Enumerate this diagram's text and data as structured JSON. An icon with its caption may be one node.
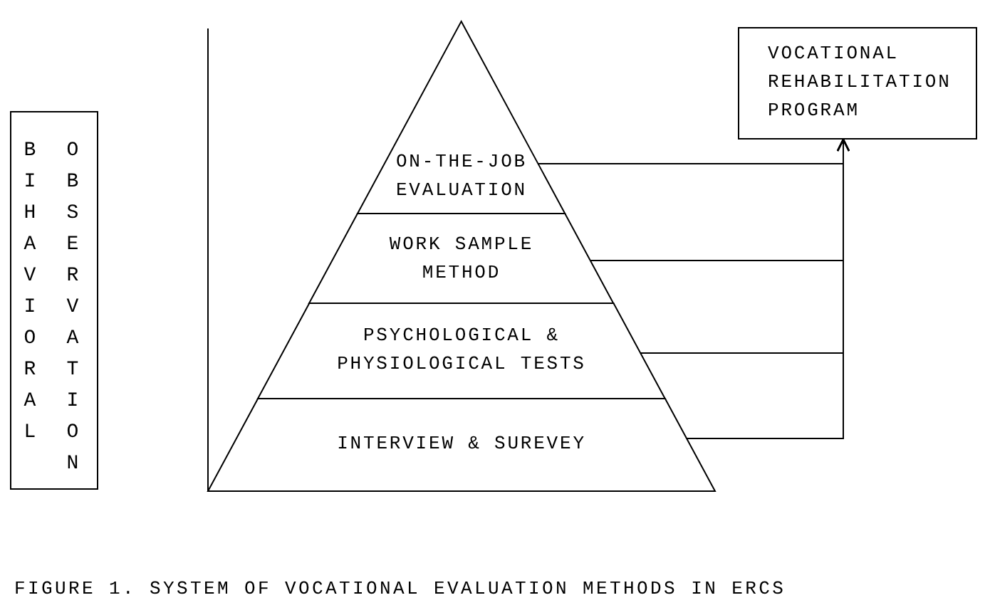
{
  "diagram": {
    "caption": "FIGURE 1. SYSTEM OF VOCATIONAL EVALUATION METHODS IN ERCS",
    "nodes": [
      {
        "text": [
          "BIHAVIORAL",
          "OBSERVATION"
        ]
      },
      {
        "text": [
          "ON-THE-JOB EVALUATION"
        ]
      },
      {
        "text": [
          "WORK SAMPLE METHOD"
        ]
      },
      {
        "text": [
          "PSYCHOLOGICAL & PHYSIOLOGICAL TESTS"
        ]
      },
      {
        "text": [
          "INTERVIEW & SUREVEY"
        ]
      },
      {
        "text": [
          "VOCATIONAL REHABILITATION PROGRAM"
        ]
      }
    ],
    "edges": [
      {
        "from": 1,
        "to": 5,
        "arrow": "to"
      },
      {
        "from": 2,
        "to": 5,
        "arrow": "to"
      },
      {
        "from": 3,
        "to": 5,
        "arrow": "to"
      },
      {
        "from": 4,
        "to": 5,
        "arrow": "to"
      }
    ]
  }
}
